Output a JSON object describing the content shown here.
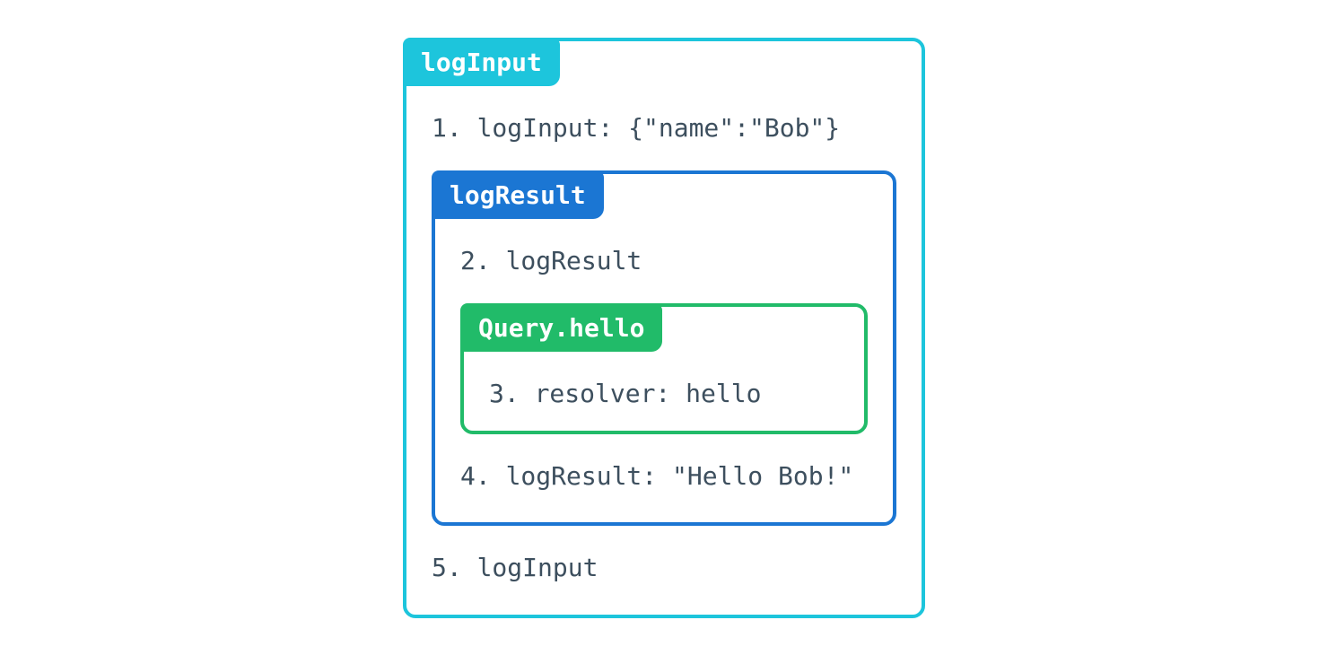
{
  "colors": {
    "outer": "#1DC5DC",
    "middle": "#1B76D3",
    "inner": "#21BB69",
    "text": "#3D4F5E"
  },
  "diagram": {
    "outer_box": {
      "label": "logInput",
      "first_step": "1. logInput: {\"name\":\"Bob\"}",
      "last_step": "5. logInput"
    },
    "middle_box": {
      "label": "logResult",
      "first_step": "2. logResult",
      "last_step": "4. logResult: \"Hello Bob!\""
    },
    "inner_box": {
      "label": "Query.hello",
      "step": "3. resolver: hello"
    }
  }
}
